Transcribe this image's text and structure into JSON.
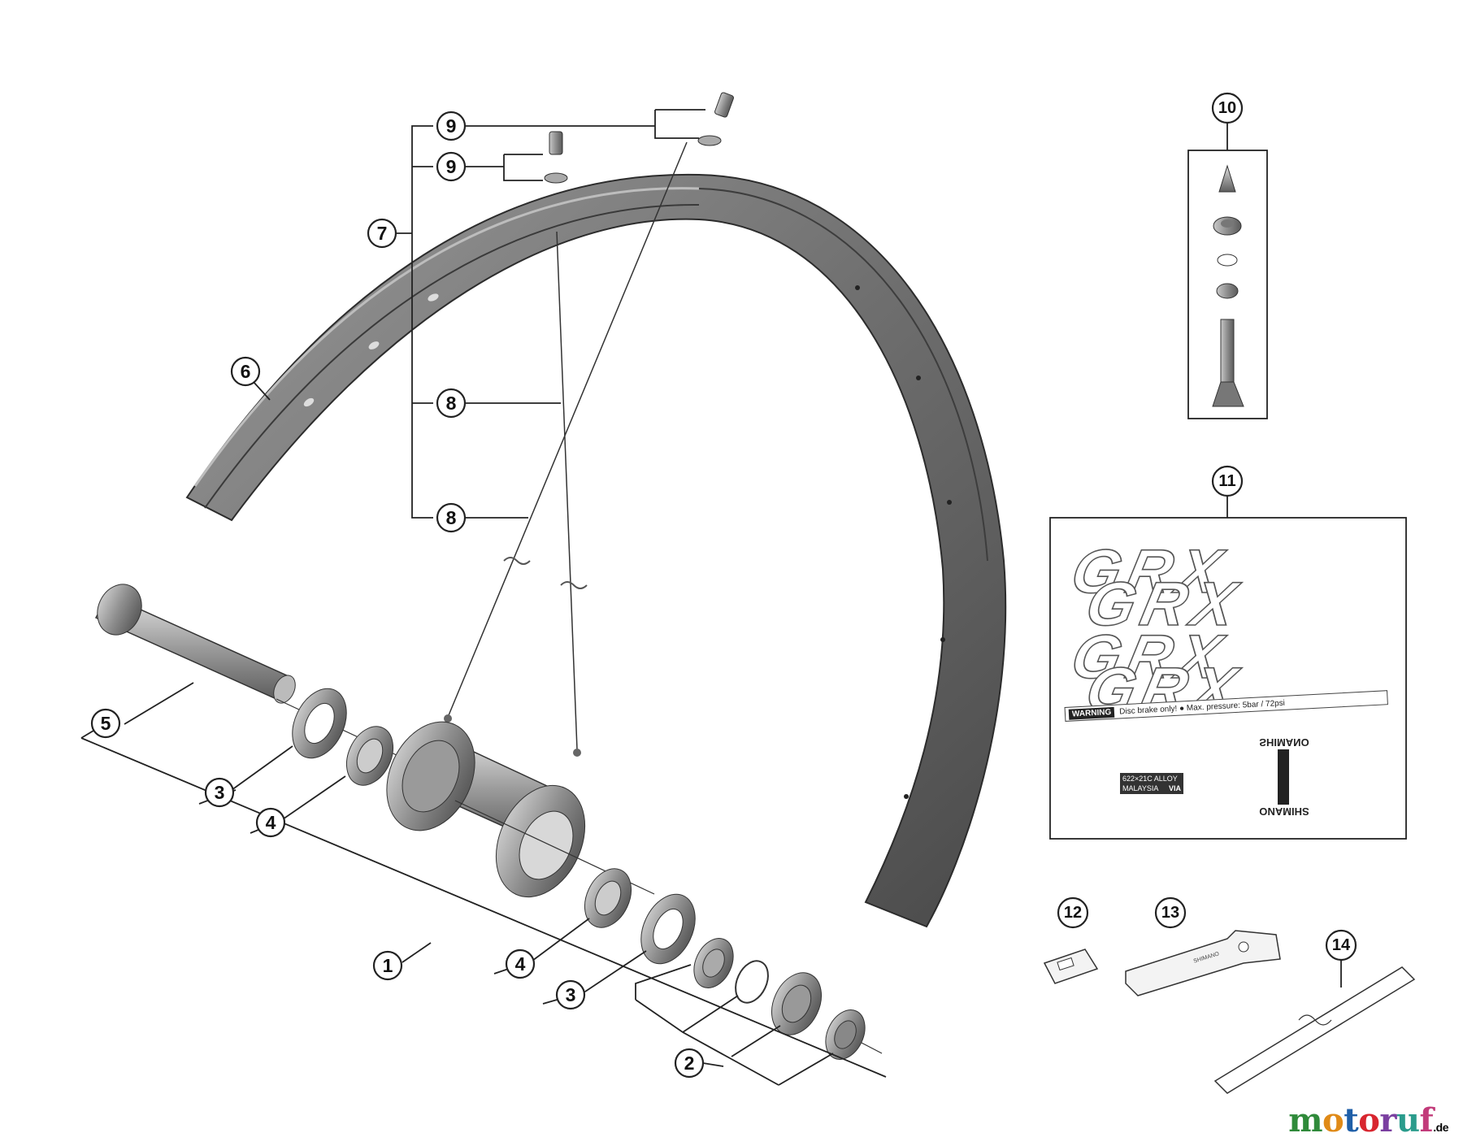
{
  "callouts": {
    "c1": "1",
    "c2": "2",
    "c3a": "3",
    "c3b": "3",
    "c4a": "4",
    "c4b": "4",
    "c5": "5",
    "c6": "6",
    "c7": "7",
    "c8a": "8",
    "c8b": "8",
    "c9a": "9",
    "c9b": "9",
    "c10": "10",
    "c11": "11",
    "c12": "12",
    "c13": "13",
    "c14": "14"
  },
  "decal": {
    "logo": "GRX",
    "warning_label": "WARNING",
    "warning_text": "Disc brake only! ● Max. pressure: 5bar / 72psi",
    "rim_size_line1": "622×21C ALLOY",
    "rim_size_line2": "MALAYSIA",
    "via_mark": "VIA",
    "brand": "SHIMANO"
  },
  "tool": {
    "wrench_text": "SHIMANO"
  },
  "watermark": {
    "brand": "motoruf",
    "tld": ".de",
    "colors": [
      "#2f8a3a",
      "#e08a17",
      "#1f5fa8",
      "#d8262f",
      "#7a3fa0",
      "#2a9c8c",
      "#c23b7a"
    ]
  }
}
